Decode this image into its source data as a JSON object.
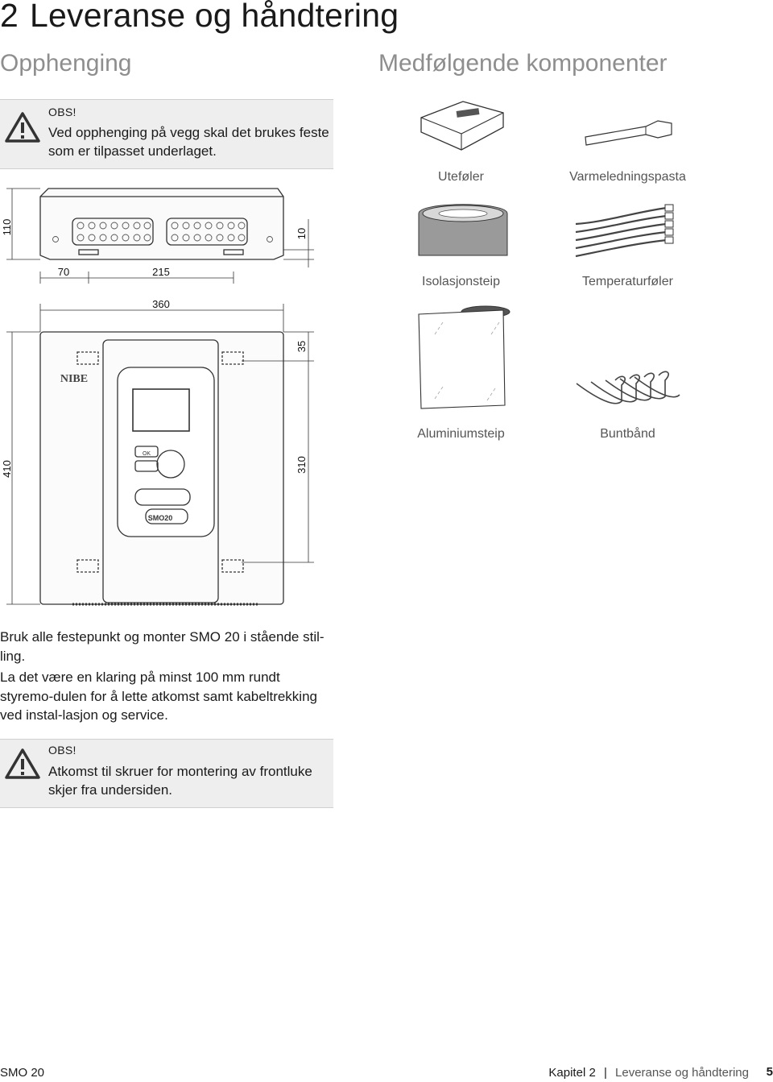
{
  "header": {
    "chapter_number": "2",
    "title": "Leveranse og håndtering"
  },
  "left_heading": "Opphenging",
  "right_heading": "Medfølgende komponenter",
  "notice1": {
    "title": "OBS!",
    "text": "Ved opphenging på vegg skal det brukes feste som er tilpasset underlaget."
  },
  "components": [
    {
      "label": "Uteføler",
      "icon": "outdoor-sensor-icon"
    },
    {
      "label": "Varmeledningspasta",
      "icon": "heat-paste-tube-icon"
    },
    {
      "label": "Isolasjonsteip",
      "icon": "insulation-tape-icon"
    },
    {
      "label": "Temperaturføler",
      "icon": "temperature-sensor-icon"
    },
    {
      "label": "Aluminiumsteip",
      "icon": "aluminium-tape-icon"
    },
    {
      "label": "Buntbånd",
      "icon": "cable-tie-icon"
    }
  ],
  "dimensions": {
    "top_height": "110",
    "offset": "10",
    "left_offset": "70",
    "hole_spacing": "215",
    "width": "360",
    "top_margin": "35",
    "height": "410",
    "hole_vertical": "310"
  },
  "device": {
    "brand": "NIBE",
    "model": "SMO20",
    "ok_label": "OK"
  },
  "paragraph1": "Bruk alle festepunkt og monter SMO 20 i stående stil-ling.",
  "paragraph2": "La det være en klaring på minst 100 mm rundt styremo-dulen for å lette atkomst samt kabeltrekking ved instal-lasjon og service.",
  "notice2": {
    "title": "OBS!",
    "text": "Atkomst til skruer for montering av frontluke skjer fra undersiden."
  },
  "footer": {
    "product": "SMO 20",
    "chapter": "Kapitel 2",
    "separator": "|",
    "chapter_title": "Leveranse og håndtering",
    "page": "5"
  }
}
